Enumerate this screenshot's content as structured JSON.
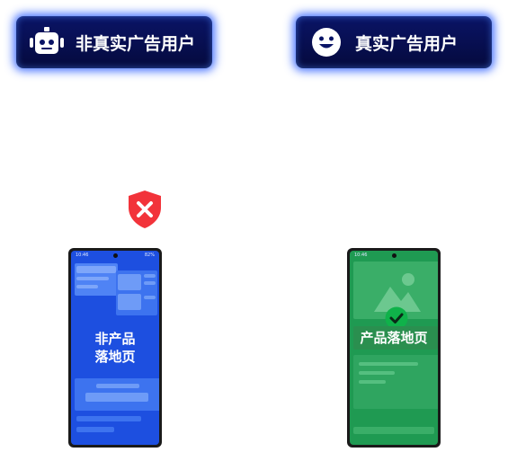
{
  "badges": {
    "left": {
      "label": "非真实广告用户",
      "icon": "robot-icon"
    },
    "right": {
      "label": "真实广告用户",
      "icon": "smiley-face-icon"
    }
  },
  "status_icons": {
    "rejected": "shield-x-icon",
    "approved": "check-circle-icon"
  },
  "phones": {
    "left": {
      "status_time": "10:46",
      "status_right": "82%",
      "line1": "非产品",
      "line2": "落地页",
      "screen_color": "#1d4fe0"
    },
    "right": {
      "status_time": "10:46",
      "line1": "产品落地页",
      "screen_color": "#1f9a52"
    }
  },
  "colors": {
    "glow": "#2f6bff",
    "badge_bg": "#07104f",
    "reject": "#f2333a",
    "approve": "#1f9a52"
  }
}
